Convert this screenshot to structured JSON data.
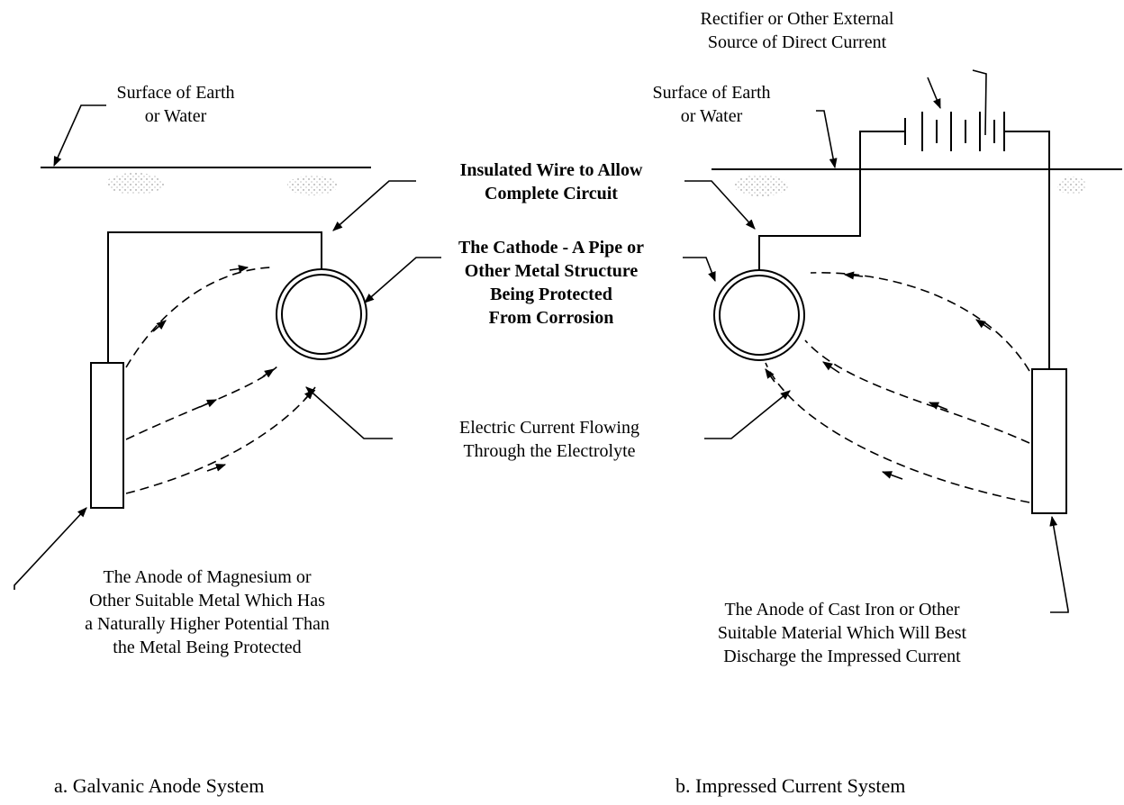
{
  "labels": {
    "surface_left": "Surface of Earth\nor Water",
    "surface_right": "Surface of Earth\nor Water",
    "rectifier": "Rectifier or Other External\nSource of Direct Current",
    "insulated_wire": "Insulated Wire to Allow\nComplete Circuit",
    "cathode": "The Cathode - A Pipe or\nOther Metal Structure\nBeing Protected\nFrom Corrosion",
    "current_flow": "Electric Current Flowing\nThrough the Electrolyte",
    "anode_galvanic": "The Anode of Magnesium or\nOther Suitable Metal Which Has\na Naturally Higher Potential Than\nthe Metal Being Protected",
    "anode_impressed": "The Anode of Cast Iron or Other\nSuitable Material Which Will Best\nDischarge the Impressed Current"
  },
  "captions": {
    "a": "a.  Galvanic Anode System",
    "b": "b.  Impressed Current System"
  }
}
